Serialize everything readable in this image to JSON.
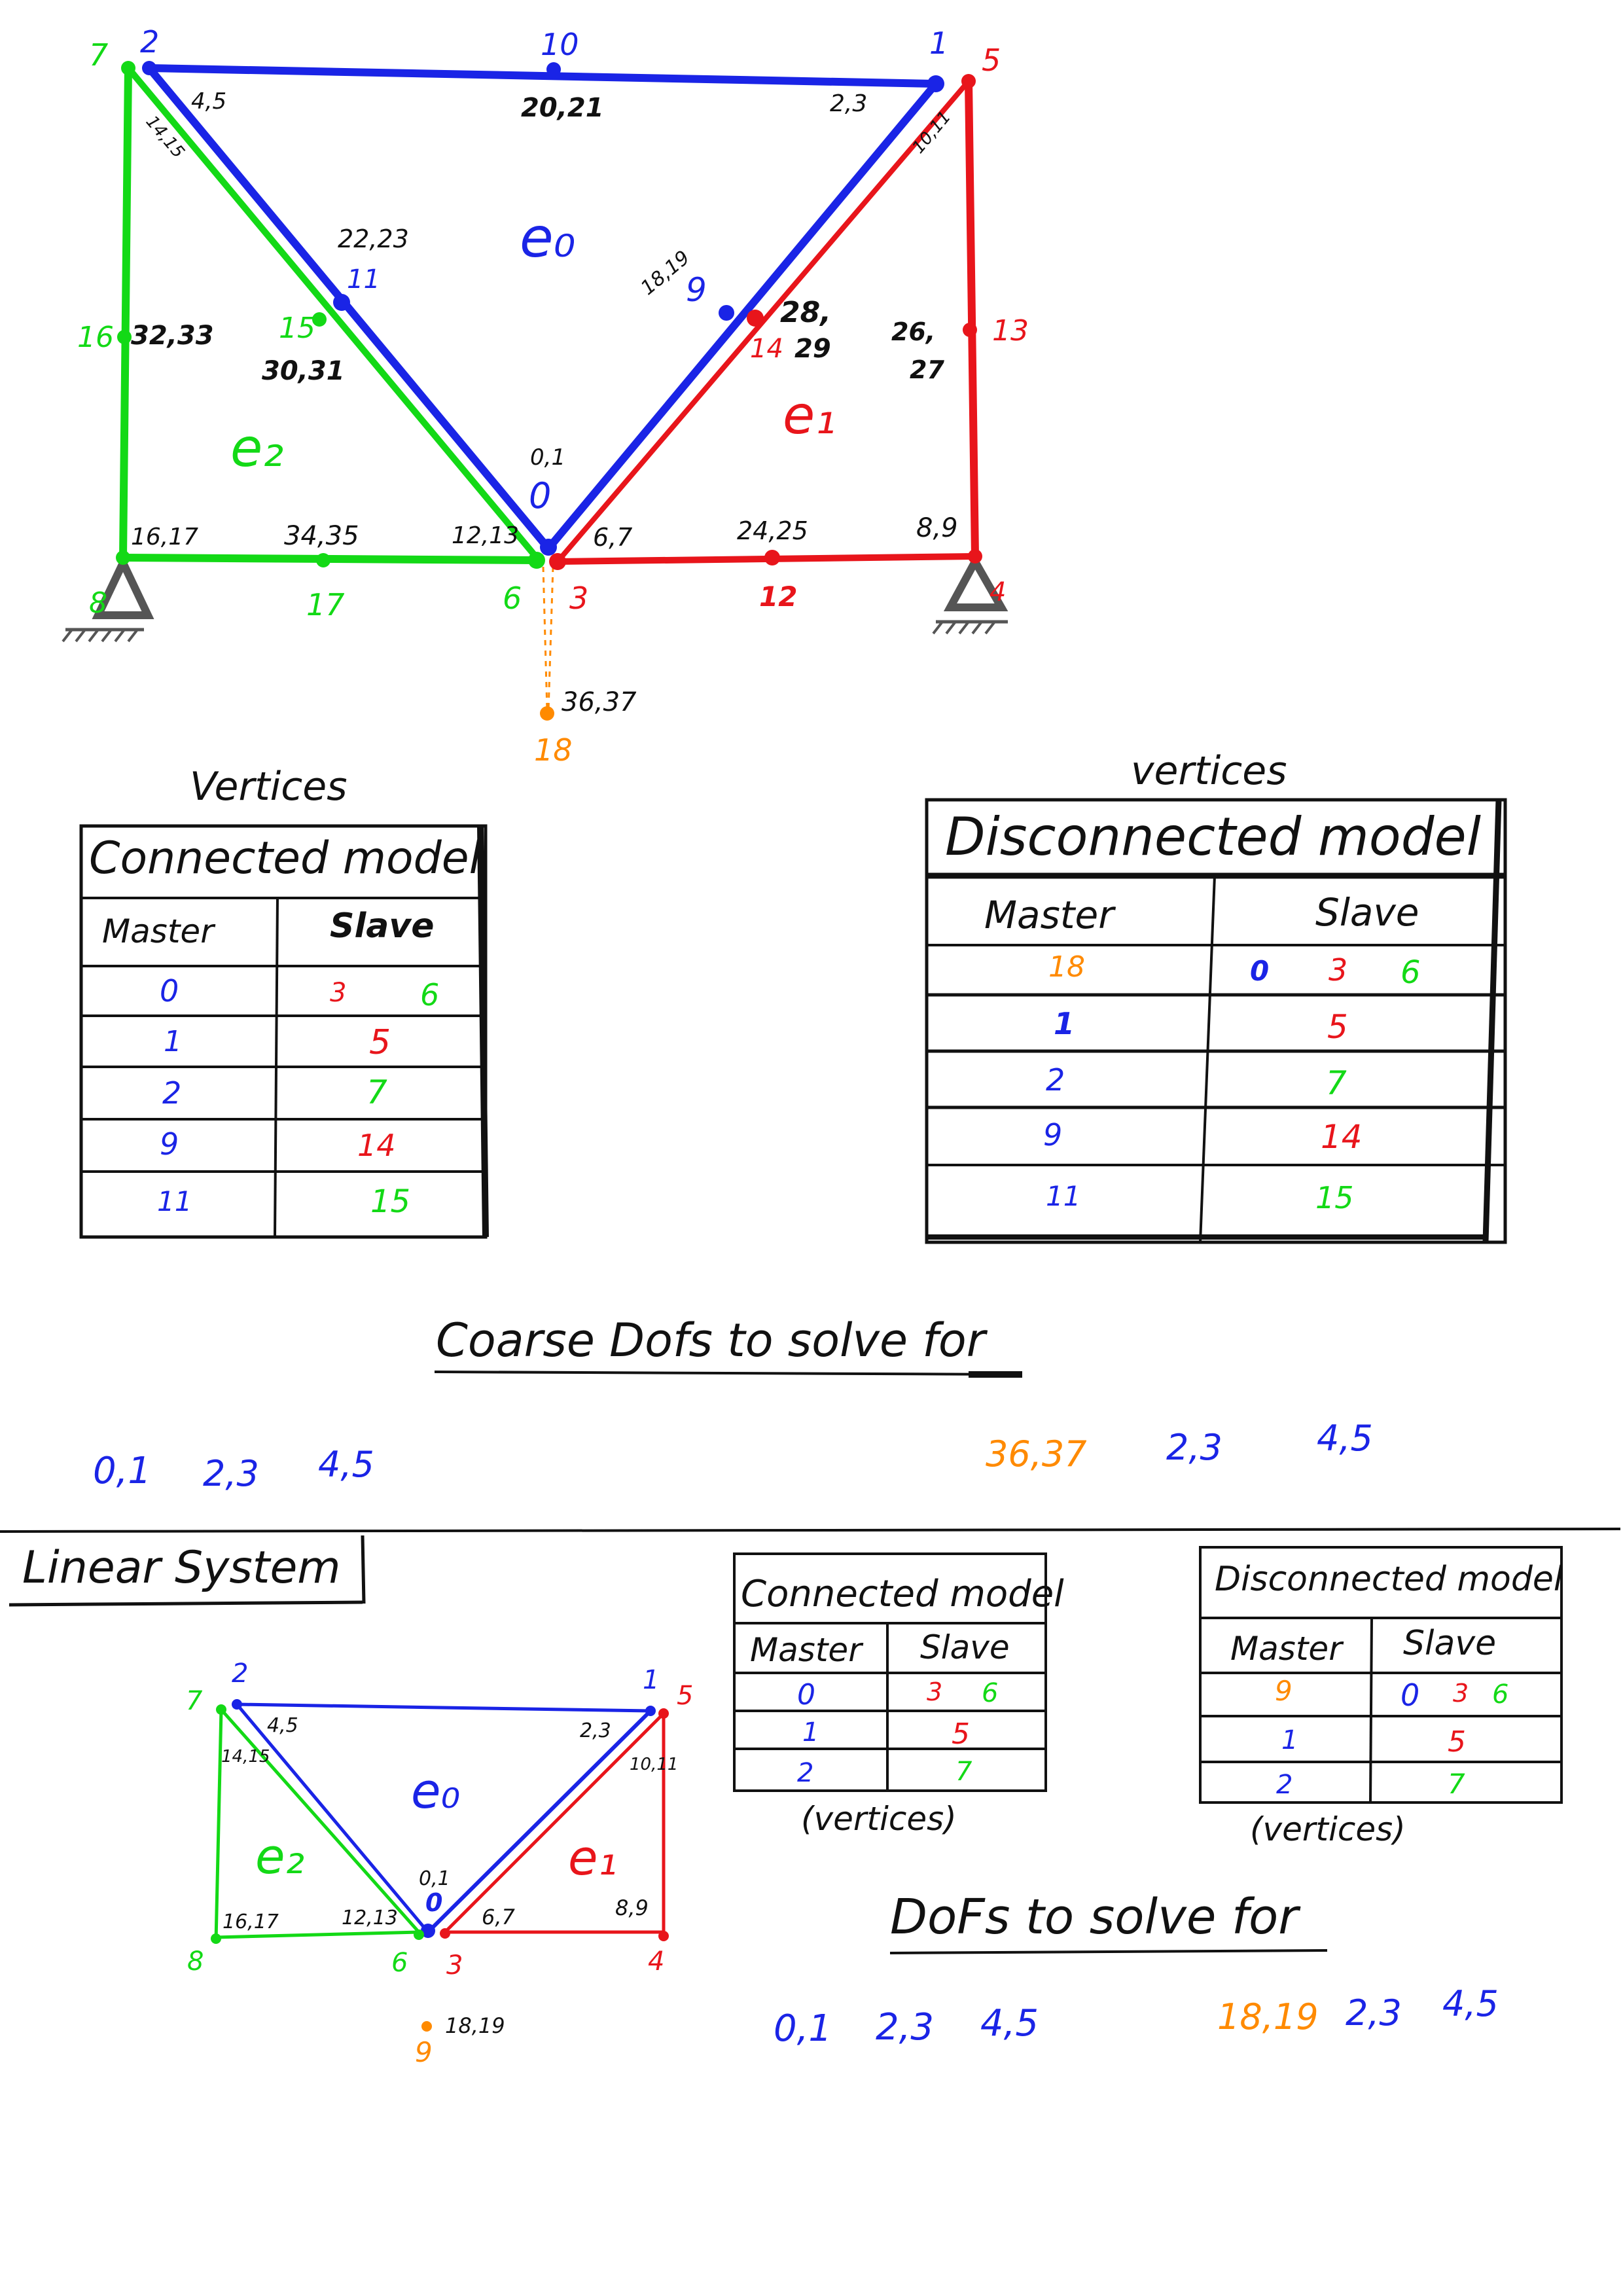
{
  "colors": {
    "blue": "#1a24e6",
    "red": "#e8151b",
    "green": "#13d916",
    "orange": "#ff8a00",
    "black": "#111111"
  },
  "top_diagram": {
    "element_labels": {
      "e0": "e₀",
      "e1": "e₁",
      "e2": "e₂"
    },
    "nodes": [
      {
        "id": "n7",
        "label": "7",
        "color": "green"
      },
      {
        "id": "n2",
        "label": "2",
        "color": "blue"
      },
      {
        "id": "n10",
        "label": "10",
        "color": "blue"
      },
      {
        "id": "n1",
        "label": "1",
        "color": "blue"
      },
      {
        "id": "n5",
        "label": "5",
        "color": "red"
      },
      {
        "id": "n16",
        "label": "16",
        "color": "green"
      },
      {
        "id": "n15",
        "label": "15",
        "color": "green"
      },
      {
        "id": "n11",
        "label": "11",
        "color": "blue"
      },
      {
        "id": "n9",
        "label": "9",
        "color": "blue"
      },
      {
        "id": "n14",
        "label": "14",
        "color": "red"
      },
      {
        "id": "n13",
        "label": "13",
        "color": "red"
      },
      {
        "id": "n0",
        "label": "0",
        "color": "blue"
      },
      {
        "id": "n6",
        "label": "6",
        "color": "green"
      },
      {
        "id": "n3",
        "label": "3",
        "color": "red"
      },
      {
        "id": "n17",
        "label": "17",
        "color": "green"
      },
      {
        "id": "n12",
        "label": "12",
        "color": "red"
      },
      {
        "id": "n8",
        "label": "8",
        "color": "green"
      },
      {
        "id": "n4",
        "label": "4",
        "color": "red"
      },
      {
        "id": "n18",
        "label": "18",
        "color": "orange"
      }
    ],
    "dof_labels": [
      "4,5",
      "14,15",
      "20,21",
      "2,3",
      "10,11",
      "22,23",
      "18,19",
      "28,",
      "29",
      "26,",
      "27",
      "32,33",
      "30,31",
      "0,1",
      "16,17",
      "34,35",
      "12,13",
      "6,7",
      "24,25",
      "8,9",
      "36,37"
    ]
  },
  "vertices_heading_left": "Vertices",
  "vertices_heading_right": "vertices",
  "connected_table": {
    "title": "Connected model",
    "headers": [
      "Master",
      "Slave"
    ],
    "rows": [
      {
        "master": "0",
        "slaves": [
          "3",
          "6"
        ]
      },
      {
        "master": "1",
        "slaves": [
          "5"
        ]
      },
      {
        "master": "2",
        "slaves": [
          "7"
        ]
      },
      {
        "master": "9",
        "slaves": [
          "14"
        ]
      },
      {
        "master": "11",
        "slaves": [
          "15"
        ]
      }
    ]
  },
  "disconnected_table": {
    "title": "Disconnected model",
    "headers": [
      "Master",
      "Slave"
    ],
    "rows": [
      {
        "master": "18",
        "slaves": [
          "0",
          "3",
          "6"
        ]
      },
      {
        "master": "1",
        "slaves": [
          "5"
        ]
      },
      {
        "master": "2",
        "slaves": [
          "7"
        ]
      },
      {
        "master": "9",
        "slaves": [
          "14"
        ]
      },
      {
        "master": "11",
        "slaves": [
          "15"
        ]
      }
    ]
  },
  "coarse_heading": "Coarse Dofs to solve for",
  "coarse_dofs_connected": [
    "0,1",
    "2,3",
    "4,5"
  ],
  "coarse_dofs_disconnected": [
    "36,37",
    "2,3",
    "4,5"
  ],
  "linear_system": {
    "title": "Linear System",
    "diagram": {
      "element_labels": {
        "e0": "e₀",
        "e1": "e₁",
        "e2": "e₂"
      },
      "nodes": [
        "7",
        "2",
        "1",
        "5",
        "0",
        "6",
        "3",
        "8",
        "4",
        "9"
      ],
      "dof_labels": [
        "4,5",
        "14,15",
        "2,3",
        "10,11",
        "0,1",
        "16,17",
        "12,13",
        "6,7",
        "8,9",
        "18,19"
      ]
    },
    "connected_table": {
      "title": "Connected model",
      "headers": [
        "Master",
        "Slave"
      ],
      "rows": [
        {
          "master": "0",
          "slaves": [
            "3",
            "6"
          ]
        },
        {
          "master": "1",
          "slaves": [
            "5"
          ]
        },
        {
          "master": "2",
          "slaves": [
            "7"
          ]
        }
      ],
      "caption": "(vertices)"
    },
    "disconnected_table": {
      "title": "Disconnected model",
      "headers": [
        "Master",
        "Slave"
      ],
      "rows": [
        {
          "master": "9",
          "slaves": [
            "0",
            "3",
            "6"
          ]
        },
        {
          "master": "1",
          "slaves": [
            "5"
          ]
        },
        {
          "master": "2",
          "slaves": [
            "7"
          ]
        }
      ],
      "caption": "(vertices)"
    },
    "dofs_heading": "DoFs to solve for",
    "dofs_connected": [
      "0,1",
      "2,3",
      "4,5"
    ],
    "dofs_disconnected": [
      "18,19",
      "2,3",
      "4,5"
    ]
  }
}
